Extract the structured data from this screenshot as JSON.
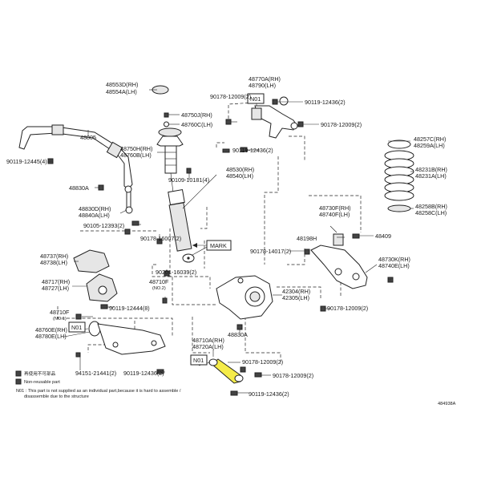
{
  "labels": {
    "p48553": "48553D(RH)",
    "p48554": "48554A(LH)",
    "p48750j": "48750J(RH)",
    "p48760c": "48760C(LH)",
    "p90178a": "90178-12009(2)",
    "p48770a": "48770A(RH)",
    "p48790": "48790(LH)",
    "n01top": "N01",
    "p90119_12436_top": "90119-12436(2)",
    "p90178_right": "90178-12009(2)",
    "p48805": "48805",
    "p48750h": "48750H(RH)",
    "p48760b": "48760B(LH)",
    "p90119_12436_mid": "90119-12436(2)",
    "p48257c": "48257C(RH)",
    "p48259a": "48259A(LH)",
    "p90119_12445": "90119-12445(4)",
    "p90109": "90109-10181(4)",
    "p48530": "48530(RH)",
    "p48540": "48540(LH)",
    "p48231b": "48231B(RH)",
    "p48231a": "48231A(LH)",
    "p48830a_top": "48830A",
    "p48830d": "48830D(RH)",
    "p48840a": "48840A(LH)",
    "p48730f": "48730F(RH)",
    "p48740f": "48740F(LH)",
    "p48258b": "48258B(RH)",
    "p48258c": "48258C(LH)",
    "p90105": "90105-12393(2)",
    "p90178_16007": "90178-16007(2)",
    "p48198h": "48198H",
    "p48409": "48409",
    "mark": "MARK",
    "p48737": "48737(RH)",
    "p48738": "48738(LH)",
    "p90178_14017": "90178-14017(2)",
    "p48730k": "48730K(RH)",
    "p48740e": "48740E(LH)",
    "p90201": "90201-16039(2)",
    "p48717": "48717(RH)",
    "p48727": "48727(LH)",
    "p48710f": "48710F",
    "no2": "(NO.2)",
    "p42304": "42304(RH)",
    "p42305": "42305(LH)",
    "p90119_12444": "90119-12444(8)",
    "p90178_12009_lr": "90178-12009(2)",
    "p48710f_b": "48710F",
    "no1": "(NO.1)",
    "n01left": "N01",
    "p48760e": "48760E(RH)",
    "p48780e": "48780E(LH)",
    "p48830a_bot": "48830A",
    "p48710a": "48710A(RH)",
    "p48720a": "48720A(LH)",
    "n01bot": "N01",
    "p90178_12009_c": "90178-12009(2)",
    "p90178_12009_d": "90178-12009(2)",
    "p94151": "94151-21441(2)",
    "p90119_12436_b": "90119-12436(2)",
    "p90119_12436_c": "90119-12436(2)",
    "legend_reuse": "再使用不可部品",
    "legend_nonreuse": "Non-reusable part",
    "note1": "N01 : This part is not supplied as an individual part,because it is hard to assemble /",
    "note2": "disassemble due to the structure",
    "diagram_id": "484938A"
  },
  "colors": {
    "highlight": "#f5ec4a"
  }
}
